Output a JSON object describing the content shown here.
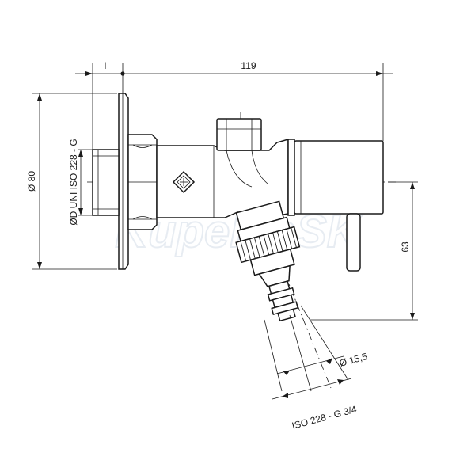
{
  "drawing": {
    "watermark": "KupelneSK",
    "dimensions": {
      "offset_label": "l",
      "overall_length": "119",
      "flange_diameter": "Ø 80",
      "inlet_thread": "ØD UNI ISO 228 - G",
      "outlet_height": "63",
      "hose_diameter": "Ø 15,5",
      "hose_thread": "ISO 228 - G 3/4"
    }
  }
}
